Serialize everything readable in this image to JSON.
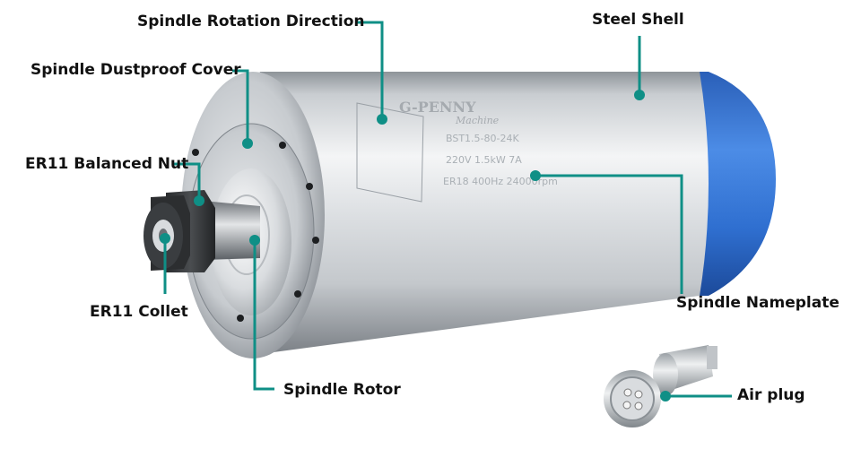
{
  "labels": {
    "rotation_direction": "Spindle Rotation Direction",
    "steel_shell": "Steel Shell",
    "dustproof_cover": "Spindle Dustproof Cover",
    "balanced_nut": "ER11 Balanced Nut",
    "collet": "ER11 Collet",
    "nameplate": "Spindle Nameplate",
    "rotor": "Spindle Rotor",
    "air_plug": "Air plug"
  },
  "nameplate": {
    "brand": "G-PENNY",
    "sub": "Machine",
    "model": "BST1.5-80-24K",
    "rating": "220V 1.5kW 7A",
    "spec": "ER18 400Hz 24000rpm"
  },
  "colors": {
    "leader": "#0f8f86",
    "cap": "#2f6fd0",
    "steel": "#d7dadd"
  }
}
